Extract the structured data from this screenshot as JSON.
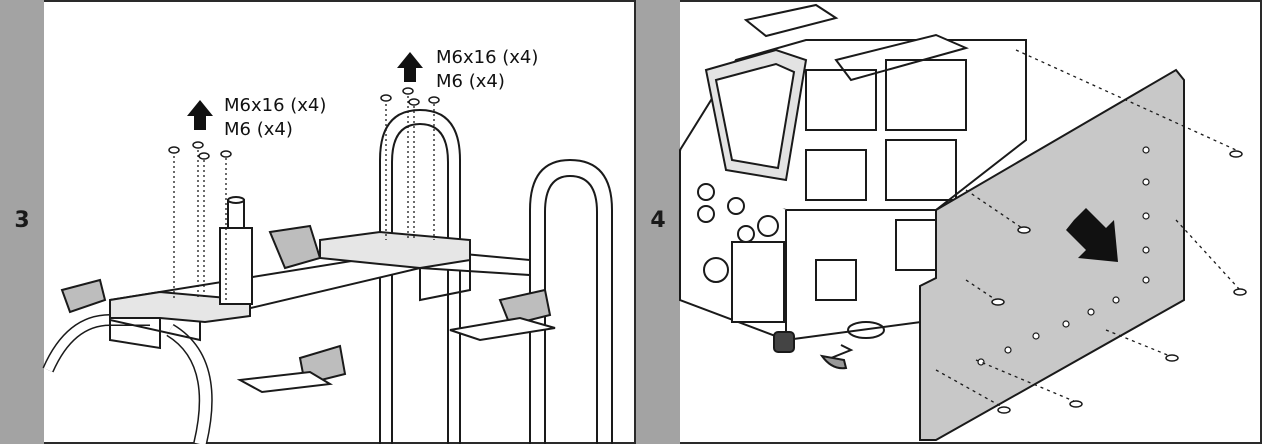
{
  "steps": [
    {
      "number": "3",
      "callouts": [
        {
          "line1": "M6x16 (x4)",
          "line2": "M6 (x4)"
        },
        {
          "line1": "M6x16 (x4)",
          "line2": "M6 (x4)"
        }
      ]
    },
    {
      "number": "4"
    }
  ],
  "colors": {
    "step_bar": "#a3a3a3",
    "panel_fill": "#c8c8c8",
    "line": "#1a1a1a"
  },
  "icons": [
    "up-arrow-icon",
    "direction-arrow-icon",
    "screw-icon",
    "washer-icon"
  ]
}
